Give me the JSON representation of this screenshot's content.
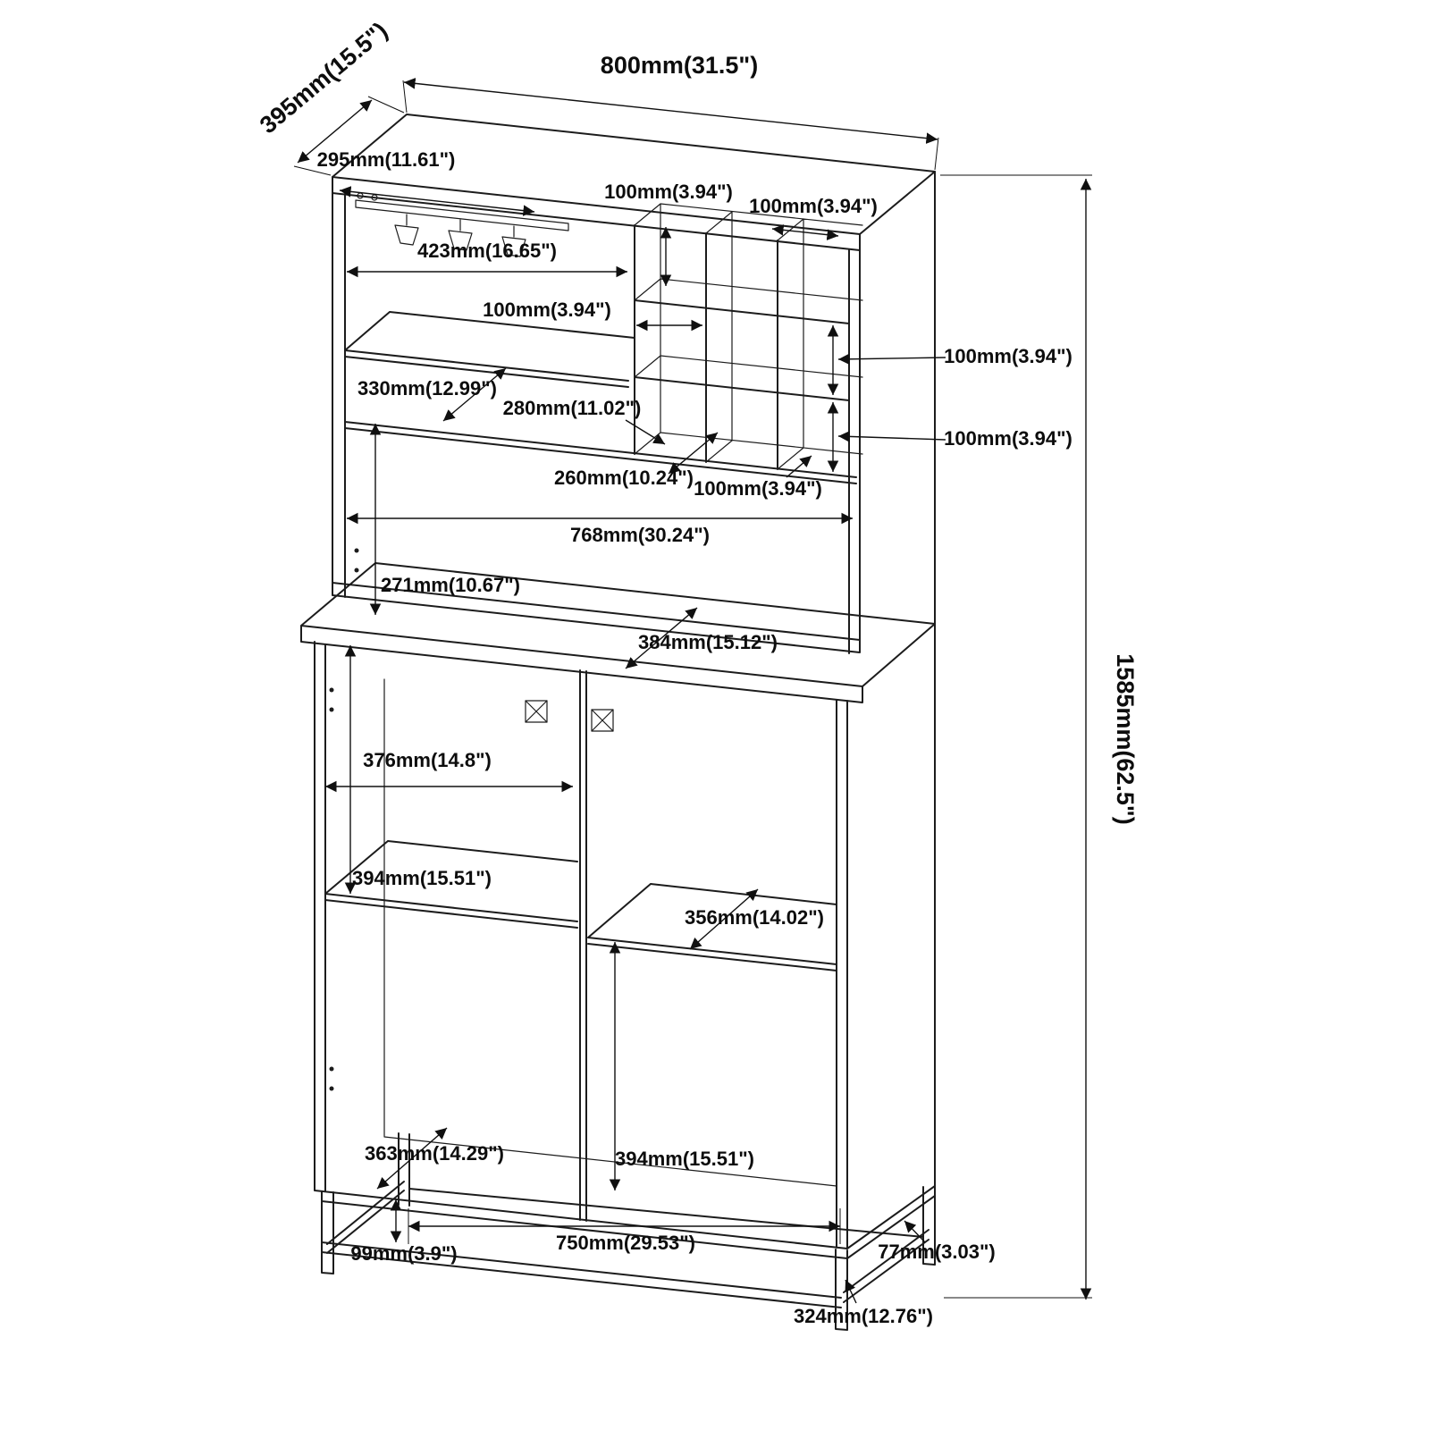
{
  "diagram": {
    "kind": "furniture dimension line drawing",
    "subject": "bar cabinet with stemware rack, wine cubbies, two-door lower cabinet and metal base",
    "units": "millimeters (inches)",
    "line_color": "#1c1c1c",
    "background_color": "#ffffff",
    "dims": {
      "overall_width": "800mm(31.5\")",
      "overall_depth": "395mm(15.5\")",
      "rack_width": "295mm(11.61\")",
      "cubby_height_top": "100mm(3.94\")",
      "cubby_width_top": "100mm(3.94\")",
      "open_width": "423mm(16.65\")",
      "cubby_width_mid": "100mm(3.94\")",
      "shelf_depth_upper": "330mm(12.99\")",
      "shelf_width_upper": "280mm(11.02\")",
      "cubby_height_mid": "100mm(3.94\")",
      "cubby_height_low": "100mm(3.94\")",
      "cubby_depth": "260mm(10.24\")",
      "cubby_width_low": "100mm(3.94\")",
      "interior_width": "768mm(30.24\")",
      "open_height": "271mm(10.67\")",
      "counter_depth": "384mm(15.12\")",
      "door_width": "376mm(14.8\")",
      "upper_section_height": "394mm(15.51\")",
      "shelf_depth_right": "356mm(14.02\")",
      "shelf_depth_left": "363mm(14.29\")",
      "lower_section_height": "394mm(15.51\")",
      "overall_height": "1585mm(62.5\")",
      "base_height": "99mm(3.9\")",
      "base_width": "750mm(29.53\")",
      "leg_width": "77mm(3.03\")",
      "base_depth": "324mm(12.76\")"
    }
  }
}
